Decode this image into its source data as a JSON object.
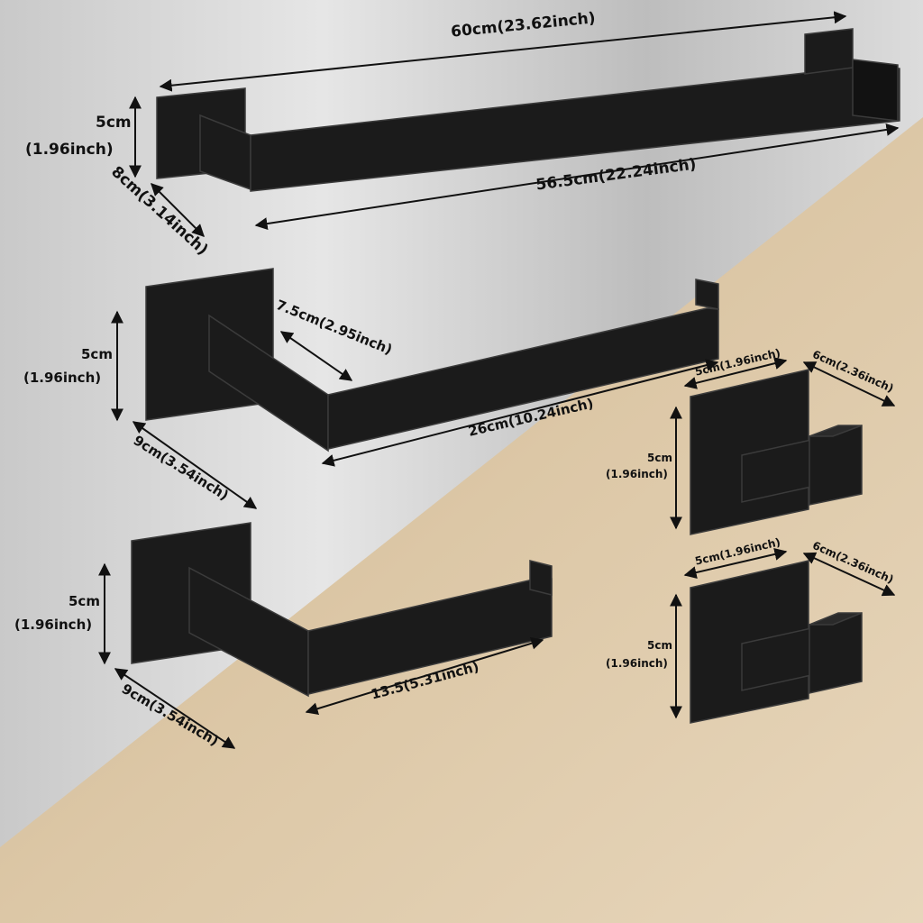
{
  "product": {
    "towel_bar": {
      "length_outer": "60cm(23.62inch)",
      "length_inner": "56.5cm(22.24inch)",
      "height_cm": "5cm",
      "height_in": "(1.96inch)",
      "depth": "8cm(3.14inch)"
    },
    "towel_ring": {
      "bar_depth": "7.5cm(2.95inch)",
      "length": "26cm(10.24inch)",
      "height_cm": "5cm",
      "height_in": "(1.96inch)",
      "depth": "9cm(3.54inch)"
    },
    "paper_holder": {
      "length": "13.5(5.31inch)",
      "height_cm": "5cm",
      "height_in": "(1.96inch)",
      "depth": "9cm(3.54inch)"
    },
    "hook_1": {
      "width": "5cm(1.96inch)",
      "depth": "6cm(2.36inch)",
      "height_cm": "5cm",
      "height_in": "(1.96inch)"
    },
    "hook_2": {
      "width": "5cm(1.96inch)",
      "depth": "6cm(2.36inch)",
      "height_cm": "5cm",
      "height_in": "(1.96inch)"
    }
  },
  "colors": {
    "metal": "#1c1c1c",
    "metal_edge": "#3a3a3a",
    "bg_silver": "#d9d9d9",
    "bg_beige": "#d8c19e"
  }
}
